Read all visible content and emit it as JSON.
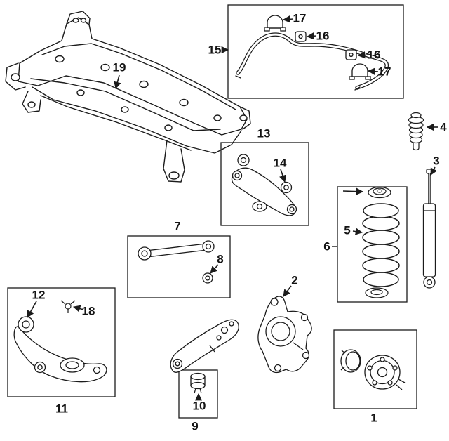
{
  "colors": {
    "line": "#1b1b1b",
    "background": "#ffffff"
  },
  "callouts": {
    "c1": {
      "label": "1",
      "part": "rear-hub-and-bearing-assembly"
    },
    "c2": {
      "label": "2",
      "part": "rear-knuckle"
    },
    "c3": {
      "label": "3",
      "part": "shock-absorber"
    },
    "c4": {
      "label": "4",
      "part": "dust-cover"
    },
    "c5": {
      "label": "5",
      "part": "coil-spring"
    },
    "c6": {
      "label": "6",
      "part": "spring-assembly-group"
    },
    "c7": {
      "label": "7",
      "part": "lateral-link-group"
    },
    "c8": {
      "label": "8",
      "part": "lateral-link-bushing"
    },
    "c9": {
      "label": "9",
      "part": "trailing-arm-group"
    },
    "c10": {
      "label": "10",
      "part": "trailing-arm-bushing"
    },
    "c11": {
      "label": "11",
      "part": "lower-control-arm-group"
    },
    "c12": {
      "label": "12",
      "part": "lower-arm-bushing"
    },
    "c13": {
      "label": "13",
      "part": "upper-control-arm-group"
    },
    "c14": {
      "label": "14",
      "part": "upper-arm-bushing"
    },
    "c15": {
      "label": "15",
      "part": "stabilizer-bar-group"
    },
    "c16a": {
      "label": "16",
      "part": "stabilizer-bushing"
    },
    "c16b": {
      "label": "16",
      "part": "stabilizer-bushing"
    },
    "c17a": {
      "label": "17",
      "part": "stabilizer-bracket"
    },
    "c17b": {
      "label": "17",
      "part": "stabilizer-bracket"
    },
    "c18": {
      "label": "18",
      "part": "lower-arm-clip"
    },
    "c19": {
      "label": "19",
      "part": "crossmember-subframe"
    }
  }
}
